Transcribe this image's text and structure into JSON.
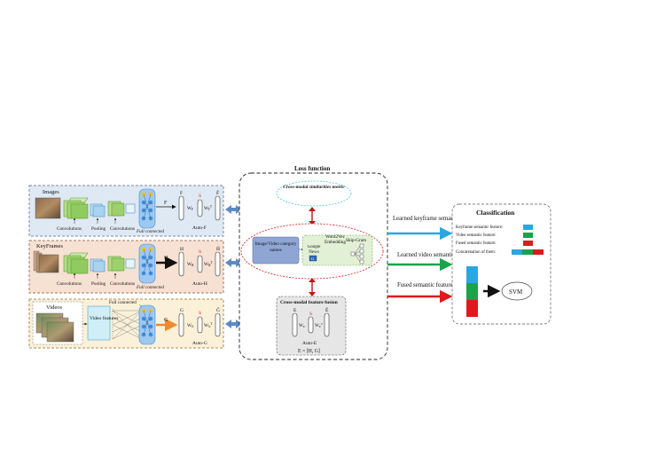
{
  "branches": {
    "images": {
      "input_label": "Images",
      "steps": [
        "Convolutions",
        "Pooling",
        "Convolutions"
      ],
      "fc_label": "Full connected",
      "feature_letter": "F",
      "w_label": "W",
      "w_sub": "F",
      "wt_label": "W",
      "wt_sub": "F",
      "wt_sup": "T",
      "s_label": "S",
      "hat_label": "F̂",
      "auto_label": "Auto-F"
    },
    "keyframes": {
      "input_label": "KeyFrames",
      "steps": [
        "Convolutions",
        "Pooling",
        "Convolutions"
      ],
      "fc_label": "Full connected",
      "feature_letter": "H",
      "w_label": "W",
      "w_sub": "H",
      "wt_label": "W",
      "wt_sub": "H",
      "wt_sup": "T",
      "s_label": "S",
      "hat_label": "Ĥ",
      "auto_label": "Auto-H"
    },
    "videos": {
      "input_label": "Videos",
      "features_label": "Video features",
      "fc_label": "Full connected",
      "feature_letter": "G",
      "w_label": "W",
      "w_sub": "G",
      "wt_label": "W",
      "wt_sub": "G",
      "wt_sup": "T",
      "s_label": "S",
      "hat_label": "Ĝ",
      "auto_label": "Auto-G"
    }
  },
  "loss": {
    "title": "Loss function",
    "metric": "Cross-modal similarities metric",
    "category_names": "Image/Video category names",
    "google_news": "Google News",
    "word2vec": "Word2Vec Embedding",
    "skip_gram": "Skip-Gram",
    "fusion_title": "Cross-modal feature fusion",
    "fusion_e": "E",
    "fusion_w_label": "W",
    "fusion_w_sub": "E",
    "fusion_wt_label": "W",
    "fusion_wt_sub": "E",
    "fusion_wt_sup": "T",
    "fusion_s": "S",
    "fusion_hat": "Ê",
    "fusion_auto": "Auto-E",
    "fusion_eq": "E = [H, G]"
  },
  "outputs": {
    "keyframe": "Learned keyframe semantic feature",
    "video": "Learned video semantic feature",
    "fused": "Fused semantic feature"
  },
  "classification": {
    "title": "Classification",
    "legend": [
      {
        "label": "Keyframe semantic feature:",
        "color": "#29a8e0"
      },
      {
        "label": "Video semantic feature:",
        "color": "#1aa34a"
      },
      {
        "label": "Fused semantic feature:",
        "color": "#e0191f"
      },
      {
        "label": "Concatenation of them:",
        "color": "#29a8e0"
      }
    ],
    "svm": "SVM"
  },
  "colors": {
    "blue_arrow": "#29a8e0",
    "green_arrow": "#1aa34a",
    "red_arrow": "#e0191f",
    "branch1_bg": "#dfe9f4",
    "branch2_bg": "#f7e1d3",
    "branch3_bg": "#fbf1d9",
    "fc_node": "#3f8ede",
    "link_arrow": "#5b8bc5"
  }
}
